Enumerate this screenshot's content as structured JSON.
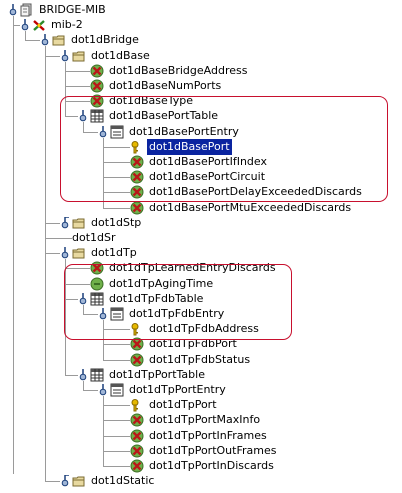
{
  "tree": [
    {
      "id": "r0",
      "label": "BRIDGE-MIB",
      "level": 0,
      "icon": "mib-module-icon",
      "expanded": true
    },
    {
      "id": "r1",
      "label": "mib-2",
      "level": 1,
      "icon": "mib-node-icon",
      "expanded": true
    },
    {
      "id": "r2",
      "label": "dot1dBridge",
      "level": 2,
      "icon": "folder-icon",
      "expanded": true
    },
    {
      "id": "r3",
      "label": "dot1dBase",
      "level": 3,
      "icon": "folder-icon",
      "expanded": true
    },
    {
      "id": "r4",
      "label": "dot1dBaseBridgeAddress",
      "level": 4,
      "icon": "scalar-object-icon"
    },
    {
      "id": "r5",
      "label": "dot1dBaseNumPorts",
      "level": 4,
      "icon": "scalar-object-icon"
    },
    {
      "id": "r6",
      "label": "dot1dBaseType",
      "level": 4,
      "icon": "scalar-object-icon"
    },
    {
      "id": "r7",
      "label": "dot1dBasePortTable",
      "level": 4,
      "icon": "table-icon",
      "expanded": true
    },
    {
      "id": "r8",
      "label": "dot1dBasePortEntry",
      "level": 5,
      "icon": "table-entry-icon",
      "expanded": true
    },
    {
      "id": "r9",
      "label": "dot1dBasePort",
      "level": 6,
      "icon": "index-key-icon",
      "selected": true
    },
    {
      "id": "r10",
      "label": "dot1dBasePortIfIndex",
      "level": 6,
      "icon": "column-object-icon"
    },
    {
      "id": "r11",
      "label": "dot1dBasePortCircuit",
      "level": 6,
      "icon": "column-object-icon"
    },
    {
      "id": "r12",
      "label": "dot1dBasePortDelayExceededDiscards",
      "level": 6,
      "icon": "column-object-icon"
    },
    {
      "id": "r13",
      "label": "dot1dBasePortMtuExceededDiscards",
      "level": 6,
      "icon": "column-object-icon"
    },
    {
      "id": "r14",
      "label": "dot1dStp",
      "level": 3,
      "icon": "folder-icon",
      "expanded": false
    },
    {
      "id": "r15",
      "label": "dot1dSr",
      "level": 3,
      "icon": "none"
    },
    {
      "id": "r16",
      "label": "dot1dTp",
      "level": 3,
      "icon": "folder-icon",
      "expanded": true
    },
    {
      "id": "r17",
      "label": "dot1dTpLearnedEntryDiscards",
      "level": 4,
      "icon": "scalar-object-icon"
    },
    {
      "id": "r18",
      "label": "dot1dTpAgingTime",
      "level": 4,
      "icon": "scalar-rw-object-icon"
    },
    {
      "id": "r19",
      "label": "dot1dTpFdbTable",
      "level": 4,
      "icon": "table-icon",
      "expanded": true
    },
    {
      "id": "r20",
      "label": "dot1dTpFdbEntry",
      "level": 5,
      "icon": "table-entry-icon",
      "expanded": true
    },
    {
      "id": "r21",
      "label": "dot1dTpFdbAddress",
      "level": 6,
      "icon": "index-key-icon"
    },
    {
      "id": "r22",
      "label": "dot1dTpFdbPort",
      "level": 6,
      "icon": "column-object-icon"
    },
    {
      "id": "r23",
      "label": "dot1dTpFdbStatus",
      "level": 6,
      "icon": "column-object-icon"
    },
    {
      "id": "r24",
      "label": "dot1dTpPortTable",
      "level": 4,
      "icon": "table-icon",
      "expanded": true
    },
    {
      "id": "r25",
      "label": "dot1dTpPortEntry",
      "level": 5,
      "icon": "table-entry-icon",
      "expanded": true
    },
    {
      "id": "r26",
      "label": "dot1dTpPort",
      "level": 6,
      "icon": "index-key-icon"
    },
    {
      "id": "r27",
      "label": "dot1dTpPortMaxInfo",
      "level": 6,
      "icon": "column-object-icon"
    },
    {
      "id": "r28",
      "label": "dot1dTpPortInFrames",
      "level": 6,
      "icon": "column-object-icon"
    },
    {
      "id": "r29",
      "label": "dot1dTpPortOutFrames",
      "level": 6,
      "icon": "column-object-icon"
    },
    {
      "id": "r30",
      "label": "dot1dTpPortInDiscards",
      "level": 6,
      "icon": "column-object-icon"
    },
    {
      "id": "r31",
      "label": "dot1dStatic",
      "level": 3,
      "icon": "folder-icon",
      "expanded": false
    }
  ],
  "highlight_color": "#c8102e",
  "selection_color": "#0a24a0"
}
